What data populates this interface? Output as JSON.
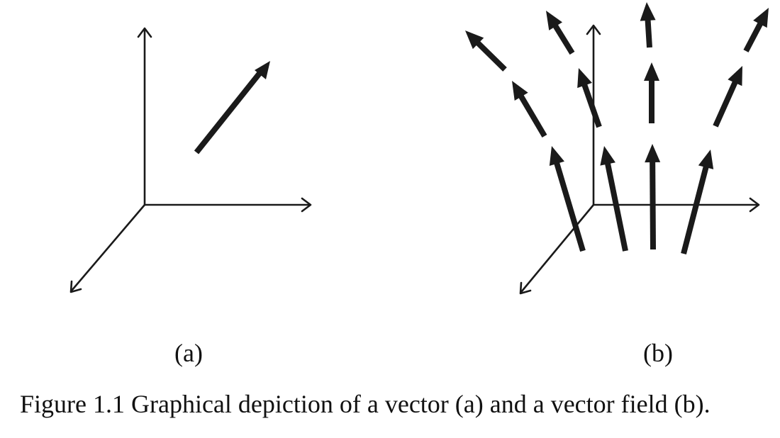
{
  "figure": {
    "panel_a_label": "(a)",
    "panel_b_label": "(b)",
    "caption": "Figure 1.1  Graphical depiction of a vector (a) and a vector field (b)."
  },
  "colors": {
    "ink": "#1a1a1a",
    "background": "#ffffff"
  }
}
